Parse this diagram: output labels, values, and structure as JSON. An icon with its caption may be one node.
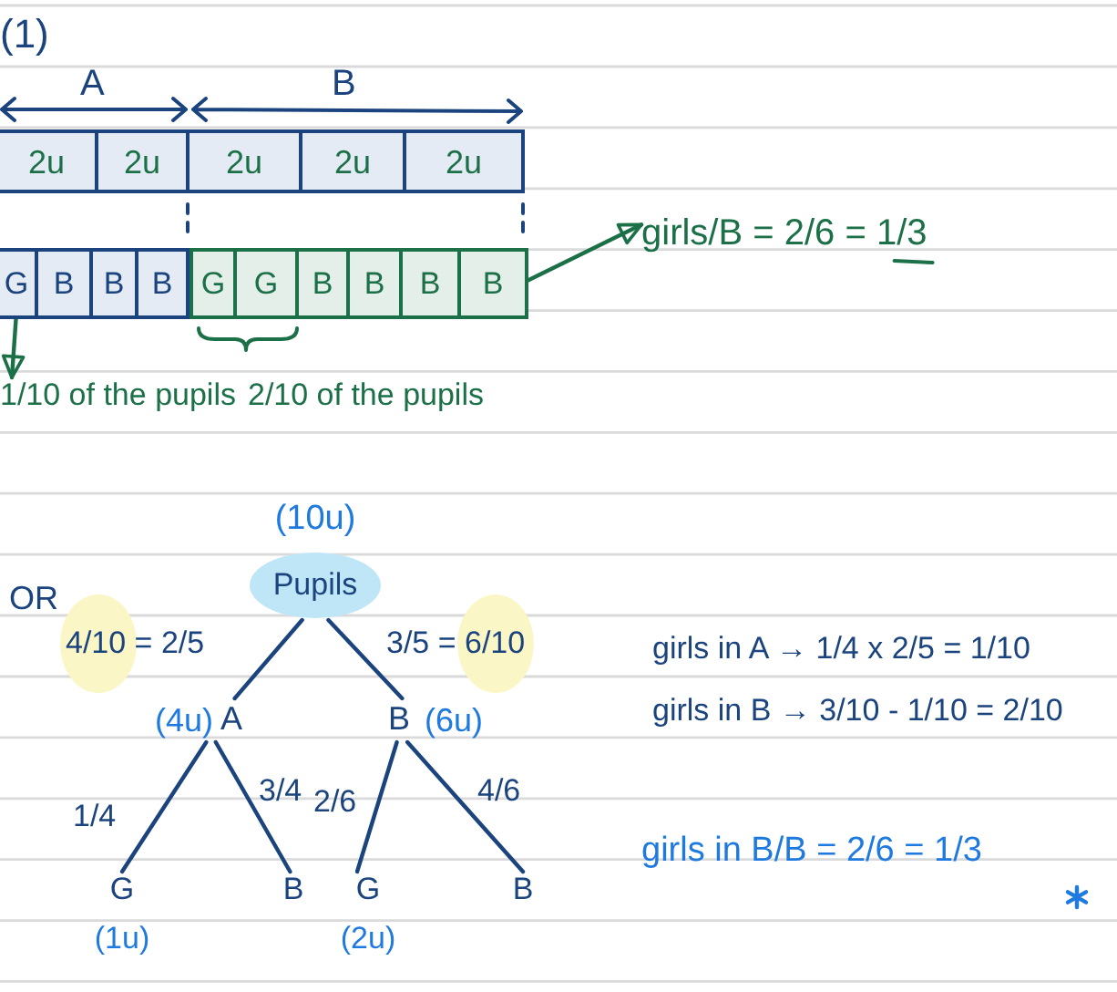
{
  "diagram": {
    "nodes": [
      {
        "text": [],
        "shape": "bar"
      },
      {
        "text": [
          "2u"
        ],
        "in": 0
      },
      {
        "text": [
          "2u"
        ],
        "in": 0
      },
      {
        "text": [
          "2u"
        ],
        "in": 0
      },
      {
        "text": [
          "2u"
        ],
        "in": 0
      },
      {
        "text": [
          "2u"
        ],
        "in": 0
      },
      {
        "text": [],
        "shape": "bar"
      },
      {
        "text": [
          "G"
        ],
        "in": 6
      },
      {
        "text": [
          "B"
        ],
        "in": 6
      },
      {
        "text": [
          "B"
        ],
        "in": 6
      },
      {
        "text": [
          "B"
        ],
        "in": 6
      },
      {
        "text": [],
        "shape": "bar"
      },
      {
        "text": [
          "G"
        ],
        "in": 11
      },
      {
        "text": [
          "G"
        ],
        "in": 11
      },
      {
        "text": [
          "B"
        ],
        "in": 11
      },
      {
        "text": [
          "B"
        ],
        "in": 11
      },
      {
        "text": [
          "B"
        ],
        "in": 11
      },
      {
        "text": [
          "B"
        ],
        "in": 11
      },
      {
        "text": [
          "1/10 of the pupils"
        ]
      },
      {
        "text": [
          "girls/B = 2/6 = 1/3"
        ]
      },
      {
        "text": [
          "Pupils"
        ],
        "beside": [
          "(10u)"
        ]
      },
      {
        "text": [
          "A"
        ],
        "beside": [
          "(4u)"
        ]
      },
      {
        "text": [
          "B"
        ],
        "beside": [
          "(6u)"
        ]
      },
      {
        "text": [
          "G"
        ],
        "beside": [
          "(1u)"
        ]
      },
      {
        "text": [
          "B"
        ]
      },
      {
        "text": [
          "G"
        ],
        "beside": [
          "(2u)"
        ]
      },
      {
        "text": [
          "B"
        ]
      }
    ],
    "edges": [
      {
        "from": 7,
        "to": 18,
        "arrow": "to",
        "color": "#1c7048"
      },
      {
        "from": 11,
        "to": 19,
        "arrow": "to",
        "color": "#1c7048"
      },
      {
        "from": 20,
        "to": 21,
        "arrow": "none",
        "label": "4/10 = 2/5"
      },
      {
        "from": 20,
        "to": 22,
        "arrow": "none",
        "label": "3/5 = 6/10"
      },
      {
        "from": 21,
        "to": 23,
        "arrow": "none",
        "label": "1/4"
      },
      {
        "from": 21,
        "to": 24,
        "arrow": "none",
        "label": "3/4"
      },
      {
        "from": 22,
        "to": 25,
        "arrow": "none",
        "label": "2/6"
      },
      {
        "from": 22,
        "to": 26,
        "arrow": "none",
        "label": "4/6"
      }
    ],
    "labels": [
      "(1)",
      "A",
      "B",
      "2/10 of the pupils",
      "OR",
      "girls in A → 1/4 x 2/5 = 1/10",
      "girls in B → 3/10 - 1/10 = 2/10",
      "girls in B/B = 2/6 = 1/3"
    ]
  }
}
